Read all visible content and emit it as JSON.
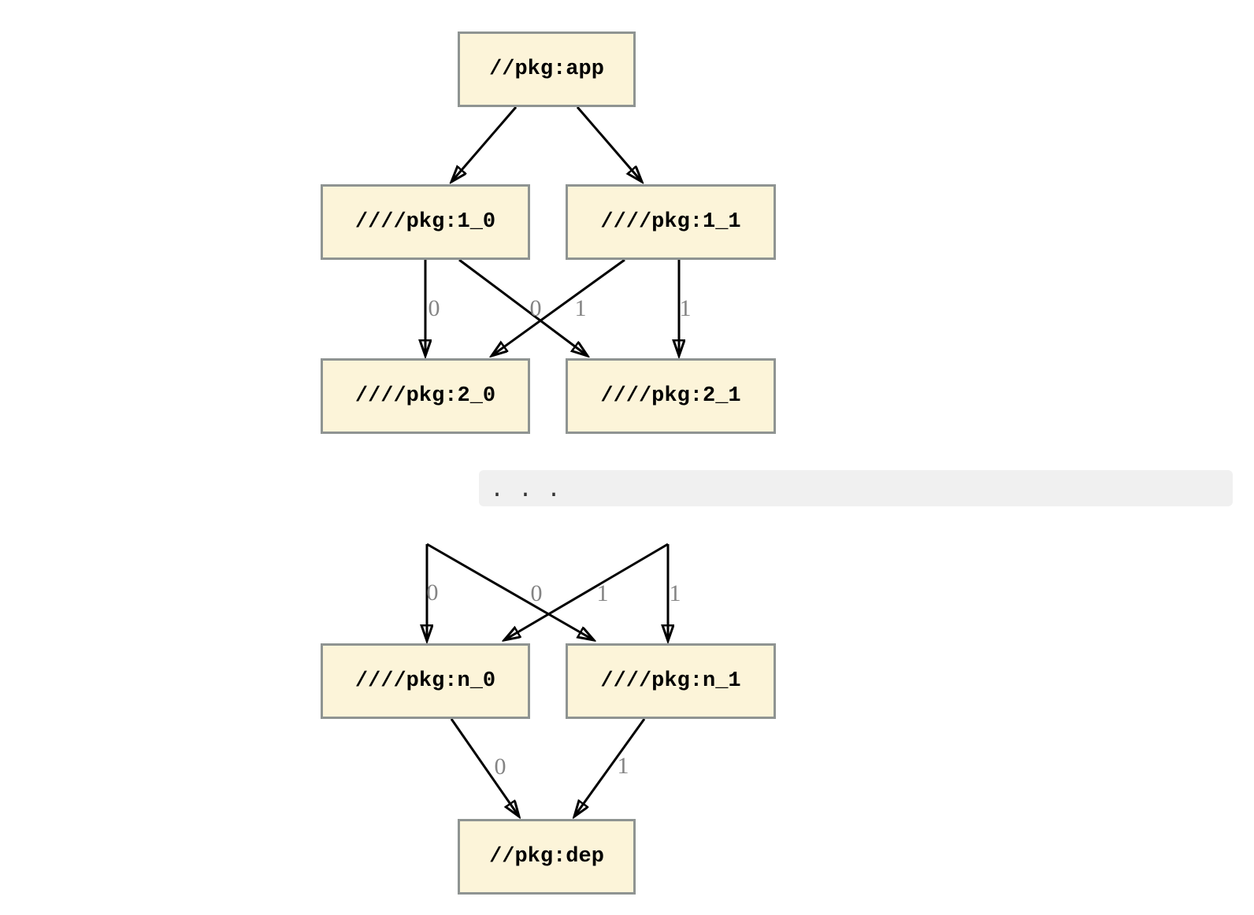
{
  "colors": {
    "background": "#ffffff",
    "node-fill": "#fcf4d9",
    "node-border": "#8f9492",
    "edge": "#000000",
    "edge-label": "#848484",
    "ellipsis-band": "#f0f0f0",
    "ellipsis-text": "#333333",
    "node-text": "#000000"
  },
  "graph": {
    "nodes": {
      "app": {
        "label": "//pkg:app"
      },
      "v1_0": {
        "label": "////pkg:1_0"
      },
      "v1_1": {
        "label": "////pkg:1_1"
      },
      "v2_0": {
        "label": "////pkg:2_0"
      },
      "v2_1": {
        "label": "////pkg:2_1"
      },
      "vn_0": {
        "label": "////pkg:n_0"
      },
      "vn_1": {
        "label": "////pkg:n_1"
      },
      "dep": {
        "label": "//pkg:dep"
      }
    },
    "edge_labels": {
      "e_1_0_to_2_0": "0",
      "e_1_1_to_2_0": "0",
      "e_1_0_to_2_1": "1",
      "e_1_1_to_2_1": "1",
      "e_prev_to_n_0": "0",
      "e_cross_to_n_0": "0",
      "e_cross_to_n_1": "1",
      "e_prev_to_n_1": "1",
      "e_n_0_to_dep": "0",
      "e_n_1_to_dep": "1"
    },
    "ellipsis": ". . ."
  }
}
